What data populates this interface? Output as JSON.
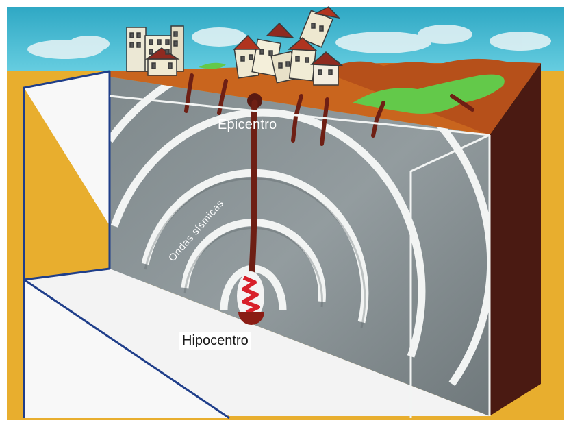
{
  "labels": {
    "epicenter": "Epicentro",
    "seismic_waves": "Ondas sísmicas",
    "hypocenter": "Hipocentro"
  },
  "colors": {
    "sky": "#3fb6cf",
    "ground": "#e8ae2e",
    "rock": "#8b9497",
    "rock_dark": "#5d6568",
    "wave_ring": "#f2f4f3",
    "box_outline": "#1f3e8a",
    "soil": "#c9651e",
    "grass": "#63c94a",
    "crack": "#6e1f14",
    "side_face": "#4a1a12",
    "focus": "#d8202a"
  }
}
